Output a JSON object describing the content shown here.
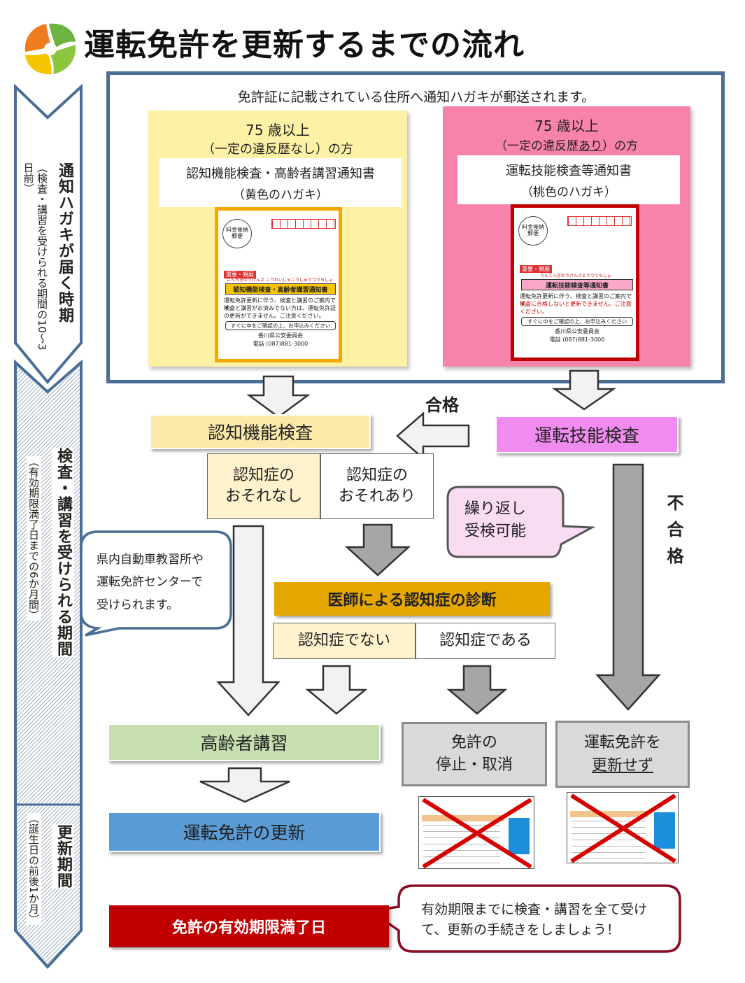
{
  "title": "運転免許を更新するまでの流れ",
  "sidebar": {
    "phase1_title": "通知ハガキが届く時期",
    "phase1_sub": "（検査・講習を受けられる期間の10〜3日前）",
    "phase2_title": "検査・講習を受けられる期間",
    "phase2_sub": "（有効期限満了日までの6か月間）",
    "phase3_title": "更新期間",
    "phase3_sub": "（誕生日の前後1か月）"
  },
  "notice": "免許証に記載されている住所へ通知ハガキが郵送されます。",
  "yellow_panel": {
    "age": "75 歳以上",
    "condition": "（一定の違反歴なし）の方",
    "doc_title": "認知機能検査・高齢者講習通知書",
    "doc_color": "（黄色のハガキ）"
  },
  "pink_panel": {
    "age": "75 歳以上",
    "condition_pre": "（一定の違反歴",
    "condition_emph": "あり",
    "condition_post": "）の方",
    "doc_title": "運転技能検査等通知書",
    "doc_color": "（桃色のハガキ）"
  },
  "yellow_card": {
    "postage": "料金後納 郵便",
    "tag": "重要・親展",
    "ruby": "にんちきのうけんさ こうれいしゃこうしゅうつうちしょ",
    "headline": "認知機能検査・高齢者講習通知書",
    "body1": "運転免許更新に伴う、検査と講習のご案内です。",
    "body2": "検査と講習がお済みでない方は、運転免許証の更新ができません。ご注意ください。",
    "cta": "すぐに中をご確認の上、お申込みください",
    "sender": "香川県公安委員会",
    "phone": "電話 (087)881-3000"
  },
  "pink_card": {
    "postage": "料金後納 郵便",
    "tag": "重要・親展",
    "ruby": "うんてんぎのうけんさとうつうちしょ",
    "headline": "運転技能検査等通知書",
    "body1": "運転免許更新に伴う、検査と講習のご案内です。",
    "body2": "検査に合格しないと更新できません。ご注意ください。",
    "cta": "すぐに中をご確認の上、お申込みください",
    "sender": "香川県公安委員会",
    "phone": "電話 (087)881-3000"
  },
  "flow": {
    "pass_label": "合格",
    "fail_label": "不合格",
    "cognitive_test": "認知機能検査",
    "skill_test": "運転技能検査",
    "no_risk": "認知症の\nおそれなし",
    "risk": "認知症の\nおそれあり",
    "retry": "繰り返し\n受検可能",
    "schools_note": "県内自動車教習所や\n運転免許センターで\n受けられます。",
    "diagnosis": "医師による認知症の診断",
    "not_dementia": "認知症でない",
    "dementia": "認知症である",
    "lecture": "高齢者講習",
    "suspend": "免許の\n停止・取消",
    "not_renewed_line1": "運転免許を",
    "not_renewed_line2": "更新せず",
    "renewal": "運転免許の更新",
    "expiry": "免許の有効期限満了日",
    "final_note": "有効期限までに検査・講習を全て受けて、更新の手続きをしましょう！"
  },
  "colors": {
    "yellow_panel": "#fdf1a6",
    "pink_panel": "#f783ab",
    "cognitive_box": "#fbe9a9",
    "skill_box": "#f08cf0",
    "diagnosis_box": "#e6a600",
    "lecture_box": "#c7dfae",
    "renewal_box": "#5b9bd5",
    "expiry_box": "#c00000",
    "gray_box": "#d9d9d9",
    "frame_blue": "#4a6e96"
  }
}
